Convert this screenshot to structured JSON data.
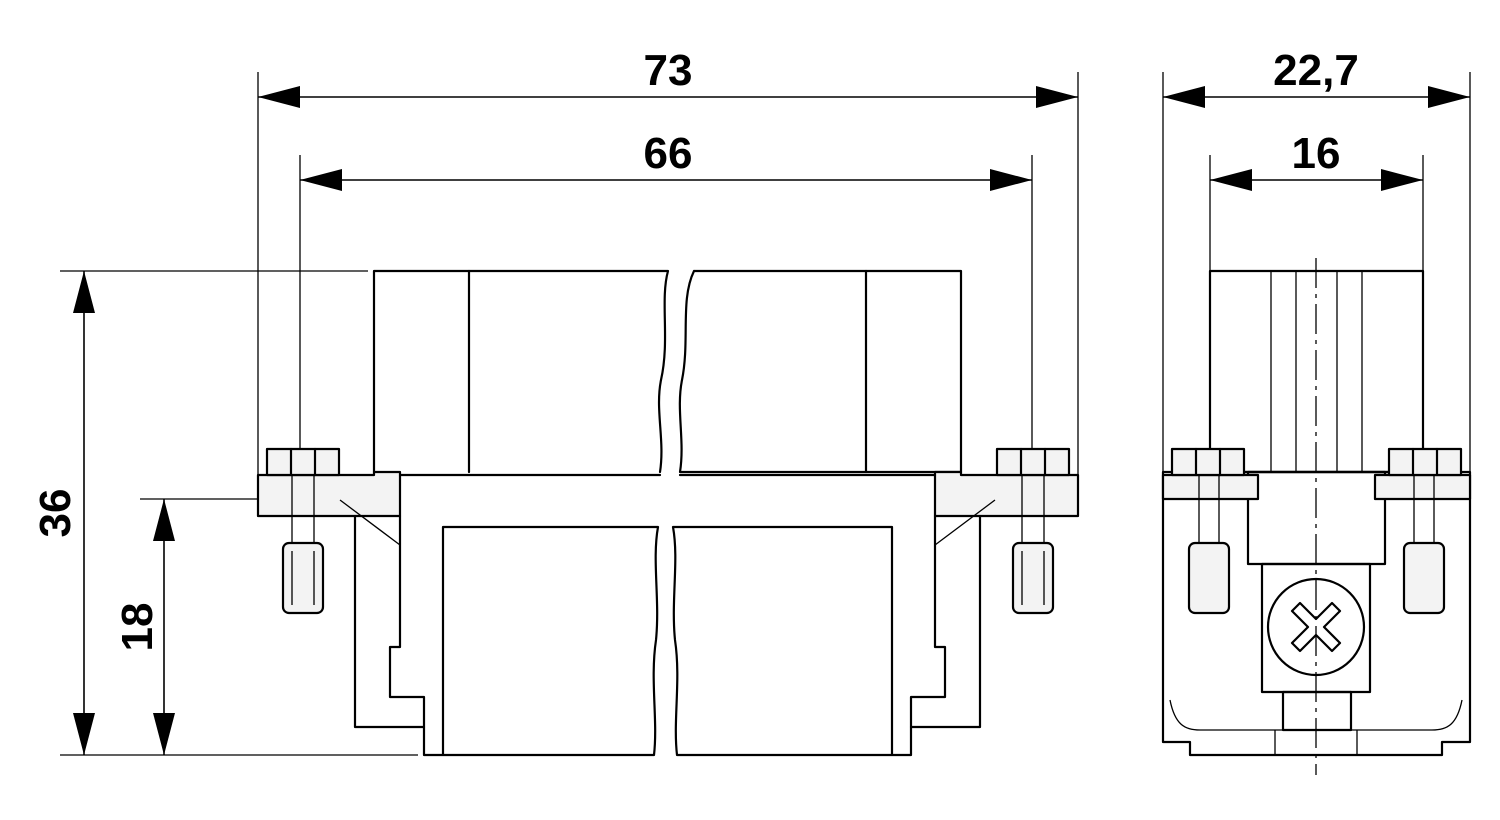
{
  "dimensions": {
    "front_overall_width": "73",
    "front_screw_spacing": "66",
    "overall_height": "36",
    "flange_height": "18",
    "side_overall_width": "22,7",
    "side_screw_spacing": "16"
  }
}
